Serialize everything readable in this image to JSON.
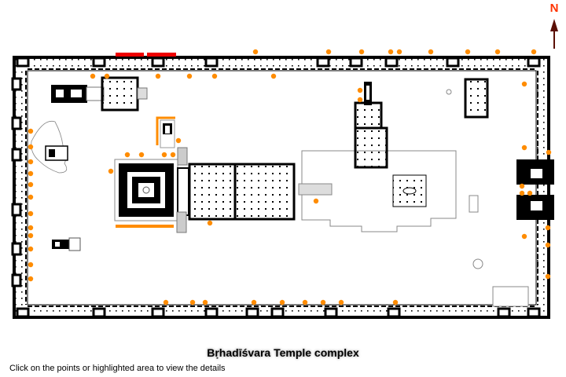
{
  "map": {
    "title": "Bṛhadīśvara Temple complex",
    "instruction": "Click on the points or highlighted area to view the details",
    "north_label": "N",
    "colors": {
      "marker": "#ff8c00",
      "highlight_orange": "#ff8c00",
      "highlight_red": "#ee0000",
      "north_letter": "#ff3300",
      "north_arrow": "#5a0f05",
      "walls": "#000000"
    }
  }
}
